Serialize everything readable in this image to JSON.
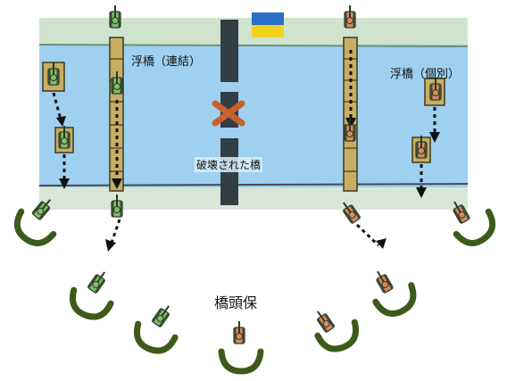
{
  "labels": {
    "pontoon_linked": "浮橋（連結）",
    "pontoon_individual": "浮橋（個別）",
    "destroyed_bridge": "破壊された橋",
    "bridgehead": "橋頭保"
  },
  "flag": {
    "top_color": "#2a6fc9",
    "bottom_color": "#f4d21c"
  },
  "colors": {
    "river": "#9fd0ef",
    "bank": "#cfe3cf",
    "ground": "#d9e6d7",
    "bridge_dark": "#333d44",
    "pontoon": "#c9ad63",
    "green_tank": "#7fbf6a",
    "brown_tank": "#d98a62",
    "trench": "#3c5a19",
    "x_mark": "#c9602e"
  }
}
